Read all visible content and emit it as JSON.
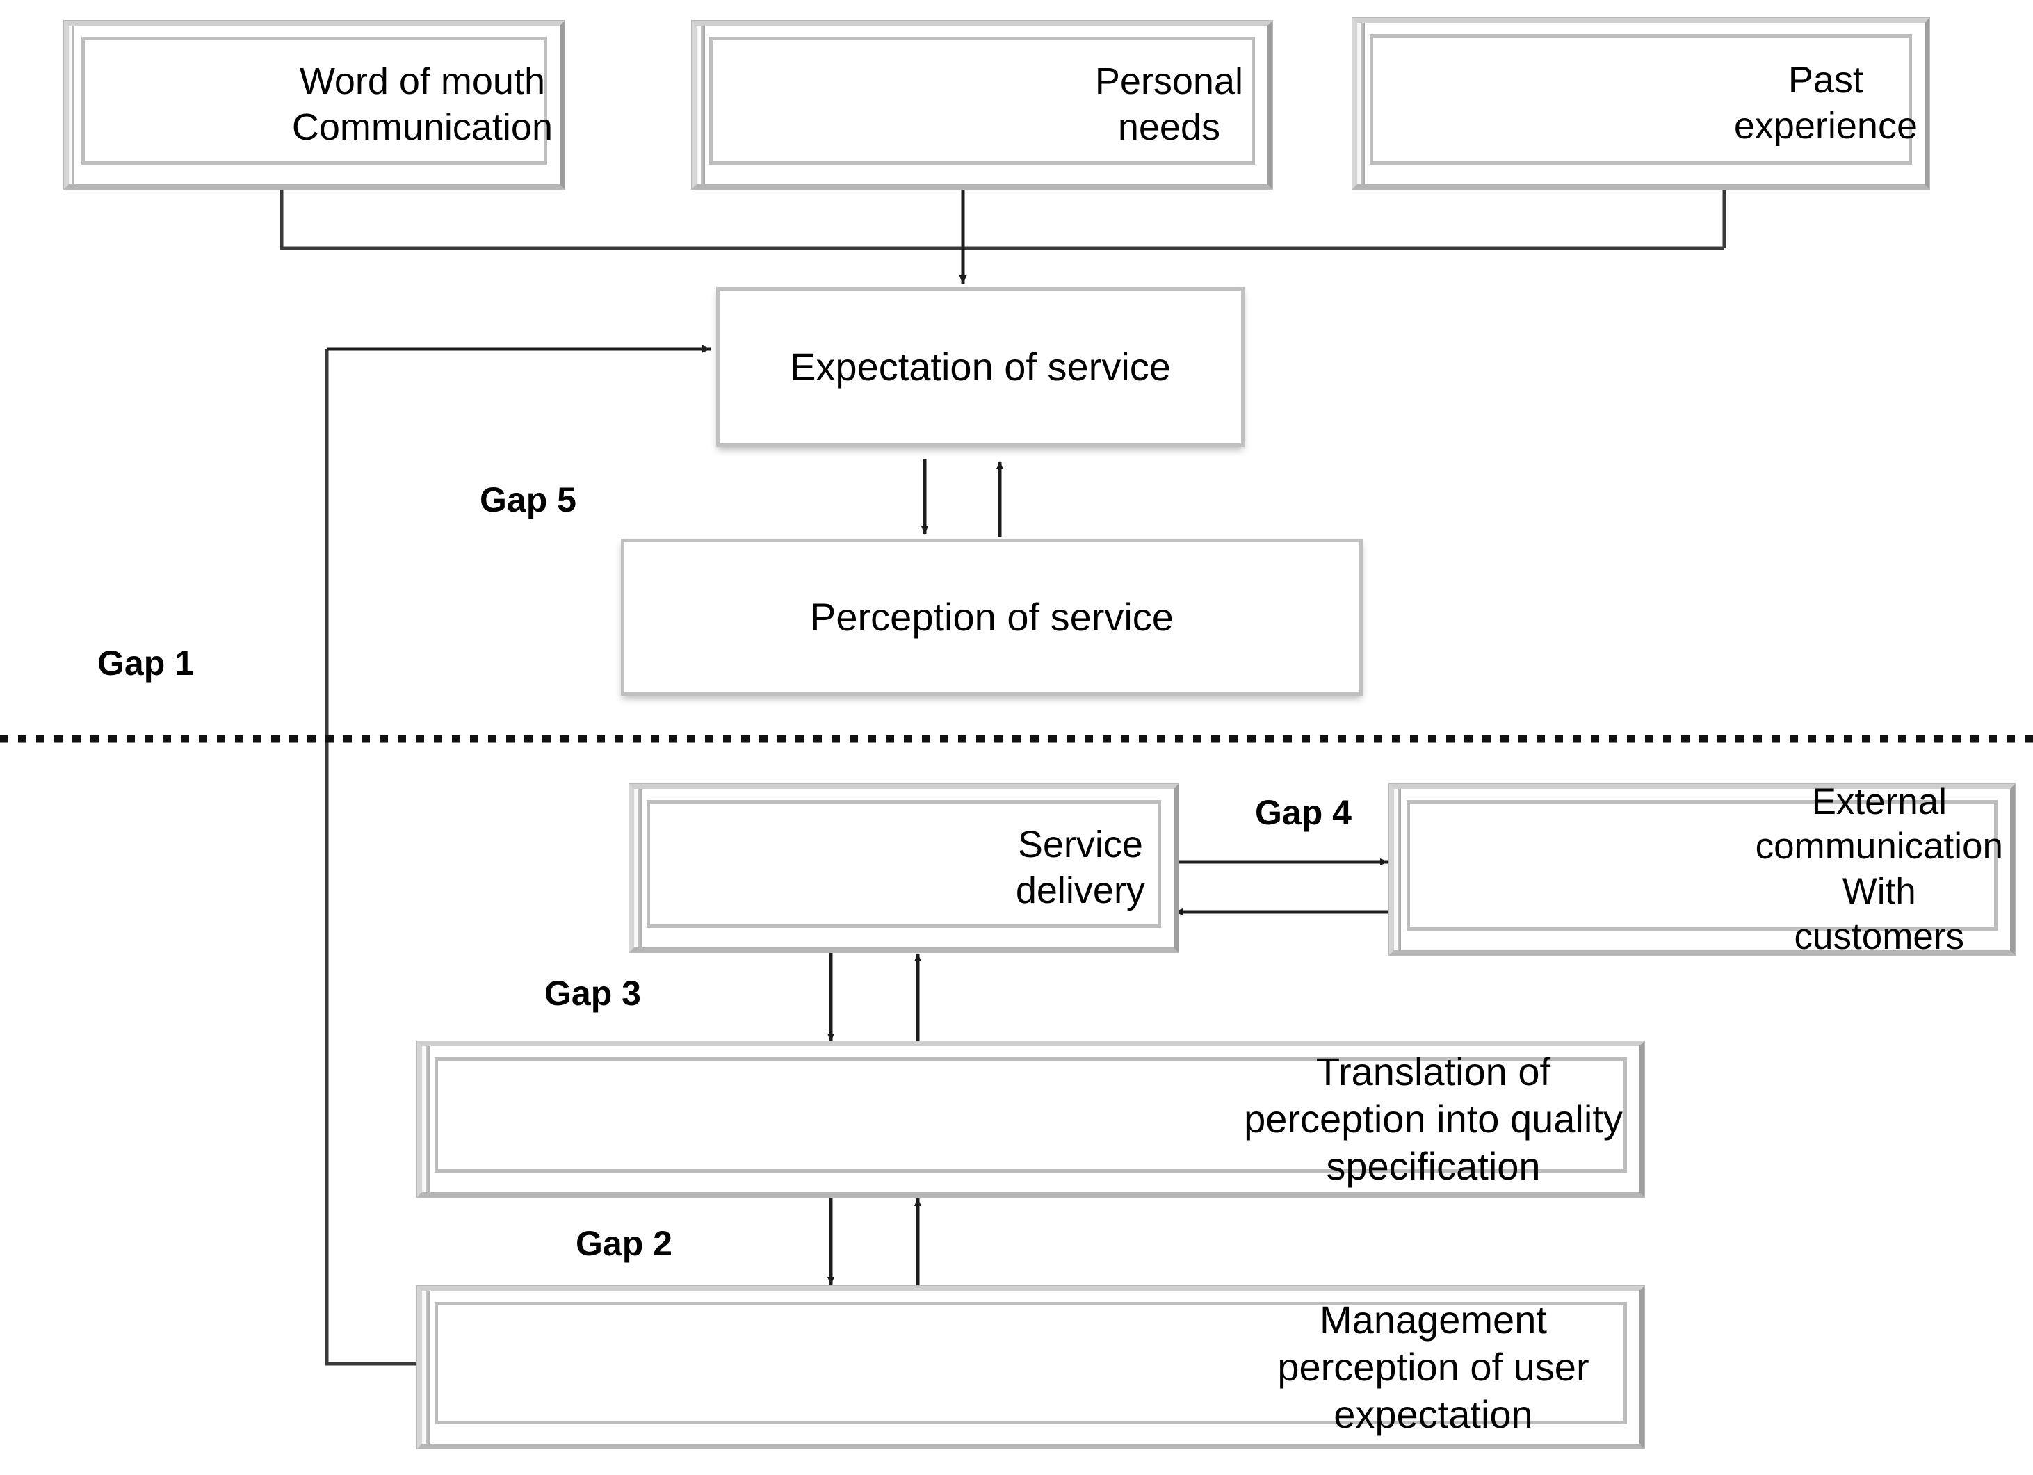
{
  "diagram": {
    "title": "Service Quality Gap Model",
    "background_color": "#ffffff",
    "line_color": "#3a3a3a",
    "bevel_face_color": "#ffffff",
    "bevel_shade_color": "#b5b5b5",
    "text_color": "#000000"
  },
  "boxes": {
    "word_of_mouth": {
      "line1": "Word of mouth",
      "line2": "Communication",
      "style": "bevel"
    },
    "personal_needs": {
      "label": "Personal needs",
      "style": "bevel"
    },
    "past_experience": {
      "label": "Past experience",
      "style": "bevel"
    },
    "expectation": {
      "label": "Expectation of service",
      "style": "flat"
    },
    "perception": {
      "label": "Perception of service",
      "style": "flat"
    },
    "service_delivery": {
      "label": "Service delivery",
      "style": "bevel"
    },
    "external_communication": {
      "line1": "External communication",
      "line2": "With customers",
      "style": "bevel"
    },
    "translation": {
      "label": "Translation of perception into quality specification",
      "style": "bevel"
    },
    "management": {
      "label": "Management perception of user expectation",
      "style": "bevel"
    }
  },
  "gaps": {
    "gap1": "Gap 1",
    "gap2": "Gap 2",
    "gap3": "Gap 3",
    "gap4": "Gap 4",
    "gap5": "Gap 5"
  },
  "divider": {
    "name": "customer-provider-divider",
    "style": "dotted",
    "color": "#111111"
  }
}
